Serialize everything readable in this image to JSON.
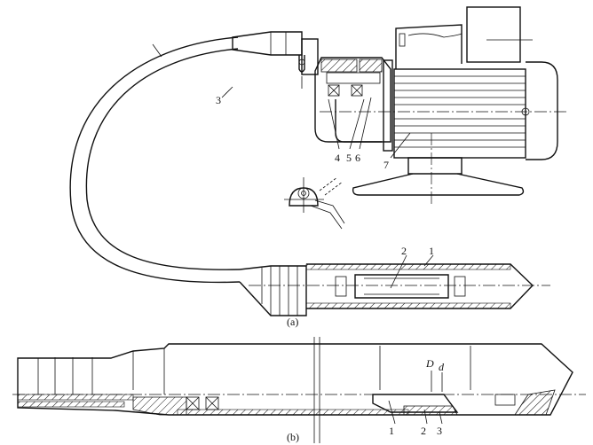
{
  "figure_a": {
    "caption": "(a)",
    "labels": {
      "l1": "1",
      "l2": "2",
      "l3": "3",
      "l4": "4",
      "l5": "5",
      "l6": "6",
      "l7": "7"
    }
  },
  "figure_b": {
    "caption": "(b)",
    "labels": {
      "l1": "1",
      "l2": "2",
      "l3": "3",
      "D": "D",
      "d": "d"
    }
  }
}
